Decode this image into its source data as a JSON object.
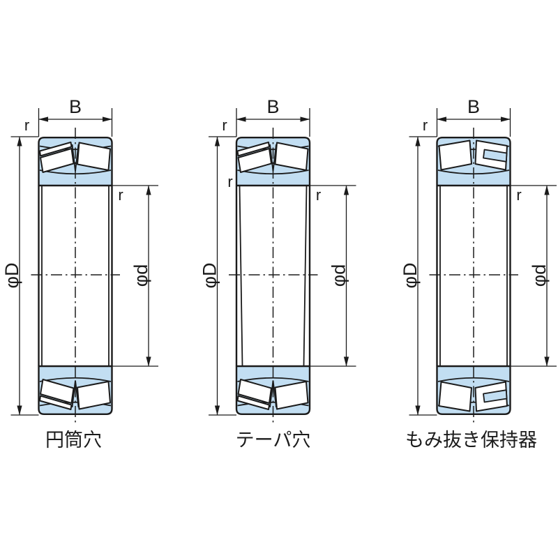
{
  "diagram": {
    "type": "spherical-roller-bearing-cross-sections",
    "background": "#ffffff",
    "line_color": "#1b1b1b",
    "ring_fill": "#c2def2",
    "bearings": [
      {
        "caption": "円筒穴",
        "bore_type": "cylindrical",
        "cage_type": "pressed",
        "labels": {
          "B": "B",
          "phiD": "φD",
          "phid": "φd",
          "r_outer": "r",
          "r_inner": "r"
        }
      },
      {
        "caption": "テーパ穴",
        "bore_type": "tapered",
        "cage_type": "pressed",
        "labels": {
          "B": "B",
          "phiD": "φD",
          "phid": "φd",
          "r_outer": "r",
          "r_inner": "r",
          "r_taper": "r"
        }
      },
      {
        "caption": "もみ抜き保持器",
        "bore_type": "cylindrical",
        "cage_type": "machined",
        "labels": {
          "B": "B",
          "phiD": "φD",
          "phid": "φd",
          "r_outer": "r",
          "r_inner": "r"
        }
      }
    ]
  }
}
